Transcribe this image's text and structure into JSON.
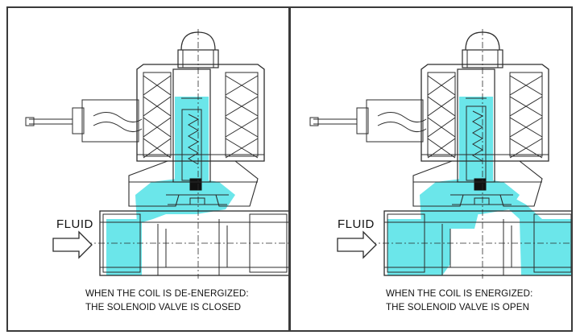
{
  "colors": {
    "fluid": "#6be6ea",
    "line": "#2b2b2b",
    "frame": "#3a3a3a",
    "background": "#ffffff"
  },
  "panels": [
    {
      "state": "closed",
      "fluid_label": "FLUID",
      "caption_line1": "WHEN THE COIL IS DE-ENERGIZED:",
      "caption_line2": "THE SOLENOID VALVE IS CLOSED"
    },
    {
      "state": "open",
      "fluid_label": "FLUID",
      "caption_line1": "WHEN THE COIL IS ENERGIZED:",
      "caption_line2": "THE SOLENOID VALVE IS OPEN"
    }
  ]
}
